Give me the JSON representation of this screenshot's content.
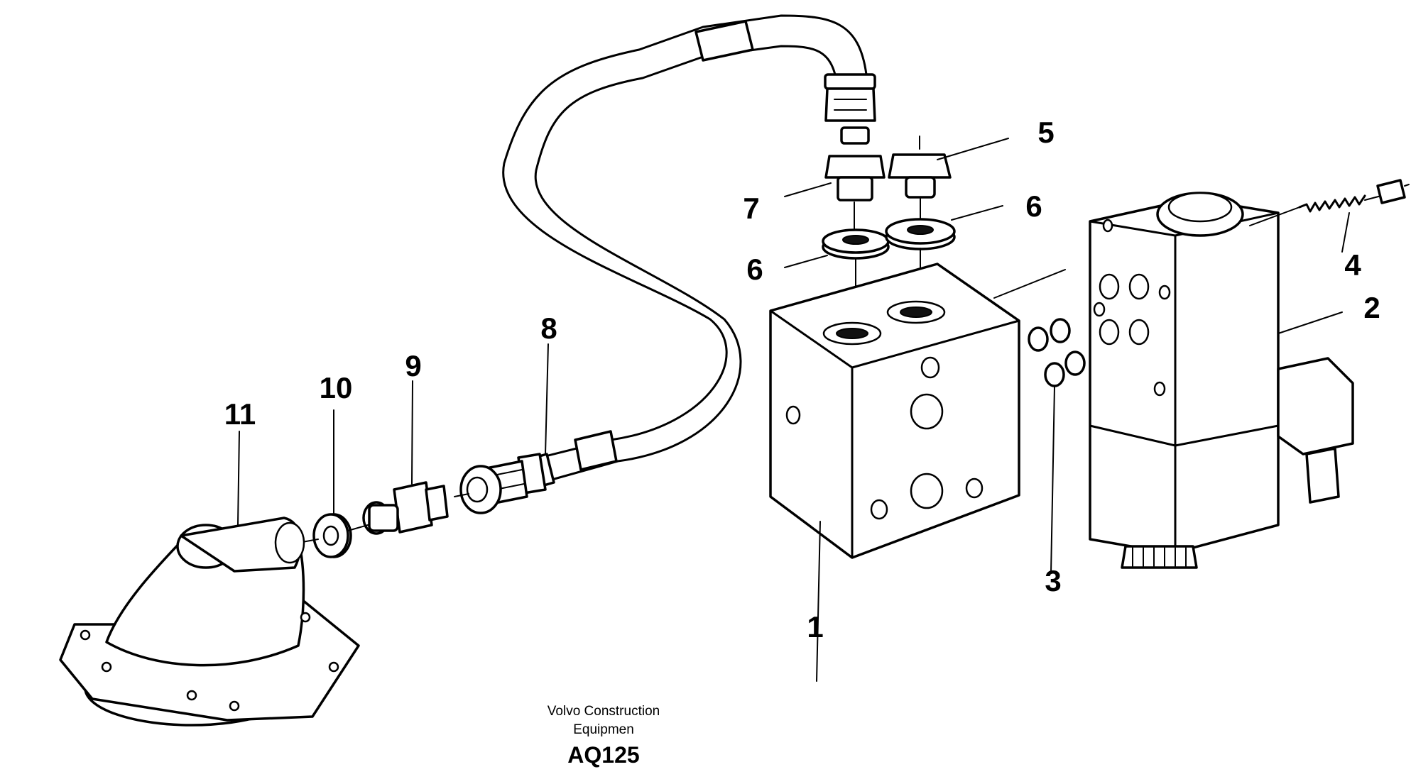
{
  "callouts": {
    "c1": "1",
    "c2": "2",
    "c3": "3",
    "c4": "4",
    "c5": "5",
    "c6a": "6",
    "c6b": "6",
    "c7": "7",
    "c8": "8",
    "c9": "9",
    "c10": "10",
    "c11": "11"
  },
  "caption": {
    "line1": "Volvo Construction",
    "line2": "Equipmen",
    "code": "AQ125"
  }
}
